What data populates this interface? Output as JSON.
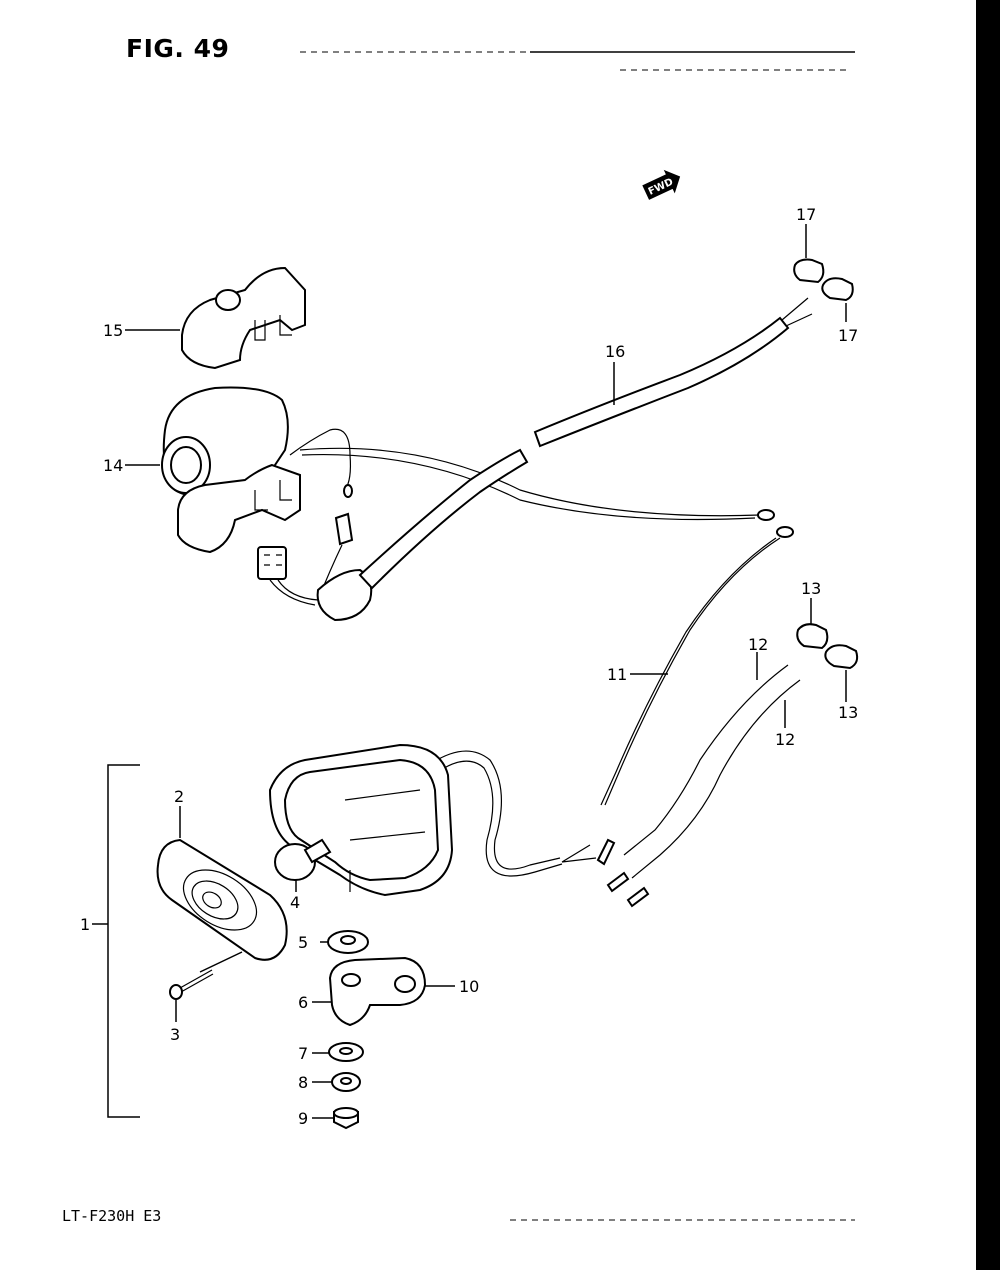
{
  "figure": {
    "title": "FIG. 49",
    "fwd_label": "FWD",
    "model": "LT-F230H E3"
  },
  "callouts": [
    {
      "id": "c1",
      "text": "1"
    },
    {
      "id": "c2",
      "text": "2"
    },
    {
      "id": "c3",
      "text": "3"
    },
    {
      "id": "c4",
      "text": "4"
    },
    {
      "id": "c5",
      "text": "5"
    },
    {
      "id": "c6",
      "text": "6"
    },
    {
      "id": "c7",
      "text": "7"
    },
    {
      "id": "c8",
      "text": "8"
    },
    {
      "id": "c9",
      "text": "9"
    },
    {
      "id": "c10",
      "text": "10"
    },
    {
      "id": "c11",
      "text": "11"
    },
    {
      "id": "c12a",
      "text": "12"
    },
    {
      "id": "c12b",
      "text": "12"
    },
    {
      "id": "c13a",
      "text": "13"
    },
    {
      "id": "c13b",
      "text": "13"
    },
    {
      "id": "c14",
      "text": "14"
    },
    {
      "id": "c15",
      "text": "15"
    },
    {
      "id": "c16",
      "text": "16"
    },
    {
      "id": "c17a",
      "text": "17"
    },
    {
      "id": "c17b",
      "text": "17"
    }
  ]
}
